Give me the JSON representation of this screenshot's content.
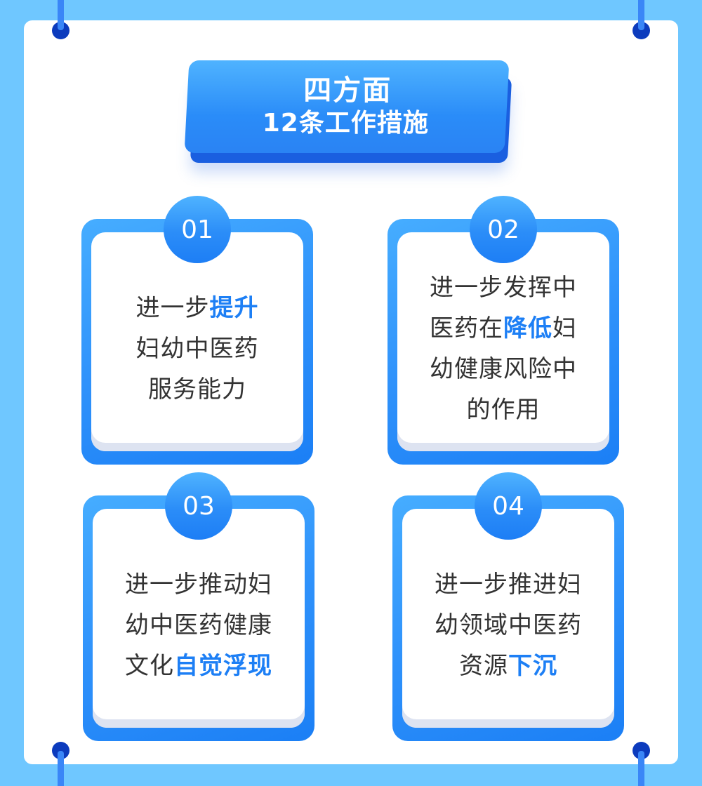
{
  "banner": {
    "line1": "四方面",
    "line2": "12条工作措施"
  },
  "colors": {
    "background": "#6fc7ff",
    "panel": "#ffffff",
    "accent": "#1d7ff5",
    "pin": "#0c3bbd",
    "pin_line": "#3a86f7",
    "text": "#333333"
  },
  "cards": [
    {
      "number": "01",
      "lines": [
        [
          {
            "t": "进一步",
            "hl": false
          },
          {
            "t": "提升",
            "hl": true
          }
        ],
        [
          {
            "t": "妇幼中医药",
            "hl": false
          }
        ],
        [
          {
            "t": "服务能力",
            "hl": false
          }
        ]
      ]
    },
    {
      "number": "02",
      "lines": [
        [
          {
            "t": "进一步发挥中",
            "hl": false
          }
        ],
        [
          {
            "t": "医药在",
            "hl": false
          },
          {
            "t": "降低",
            "hl": true
          },
          {
            "t": "妇",
            "hl": false
          }
        ],
        [
          {
            "t": "幼健康风险中",
            "hl": false
          }
        ],
        [
          {
            "t": "的作用",
            "hl": false
          }
        ]
      ]
    },
    {
      "number": "03",
      "lines": [
        [
          {
            "t": "进一步推动妇",
            "hl": false
          }
        ],
        [
          {
            "t": "幼中医药健康",
            "hl": false
          }
        ],
        [
          {
            "t": "文化",
            "hl": false
          },
          {
            "t": "自觉浮现",
            "hl": true
          }
        ]
      ]
    },
    {
      "number": "04",
      "lines": [
        [
          {
            "t": "进一步推进妇",
            "hl": false
          }
        ],
        [
          {
            "t": "幼领域中医药",
            "hl": false
          }
        ],
        [
          {
            "t": "资源",
            "hl": false
          },
          {
            "t": "下沉",
            "hl": true
          }
        ]
      ]
    }
  ]
}
